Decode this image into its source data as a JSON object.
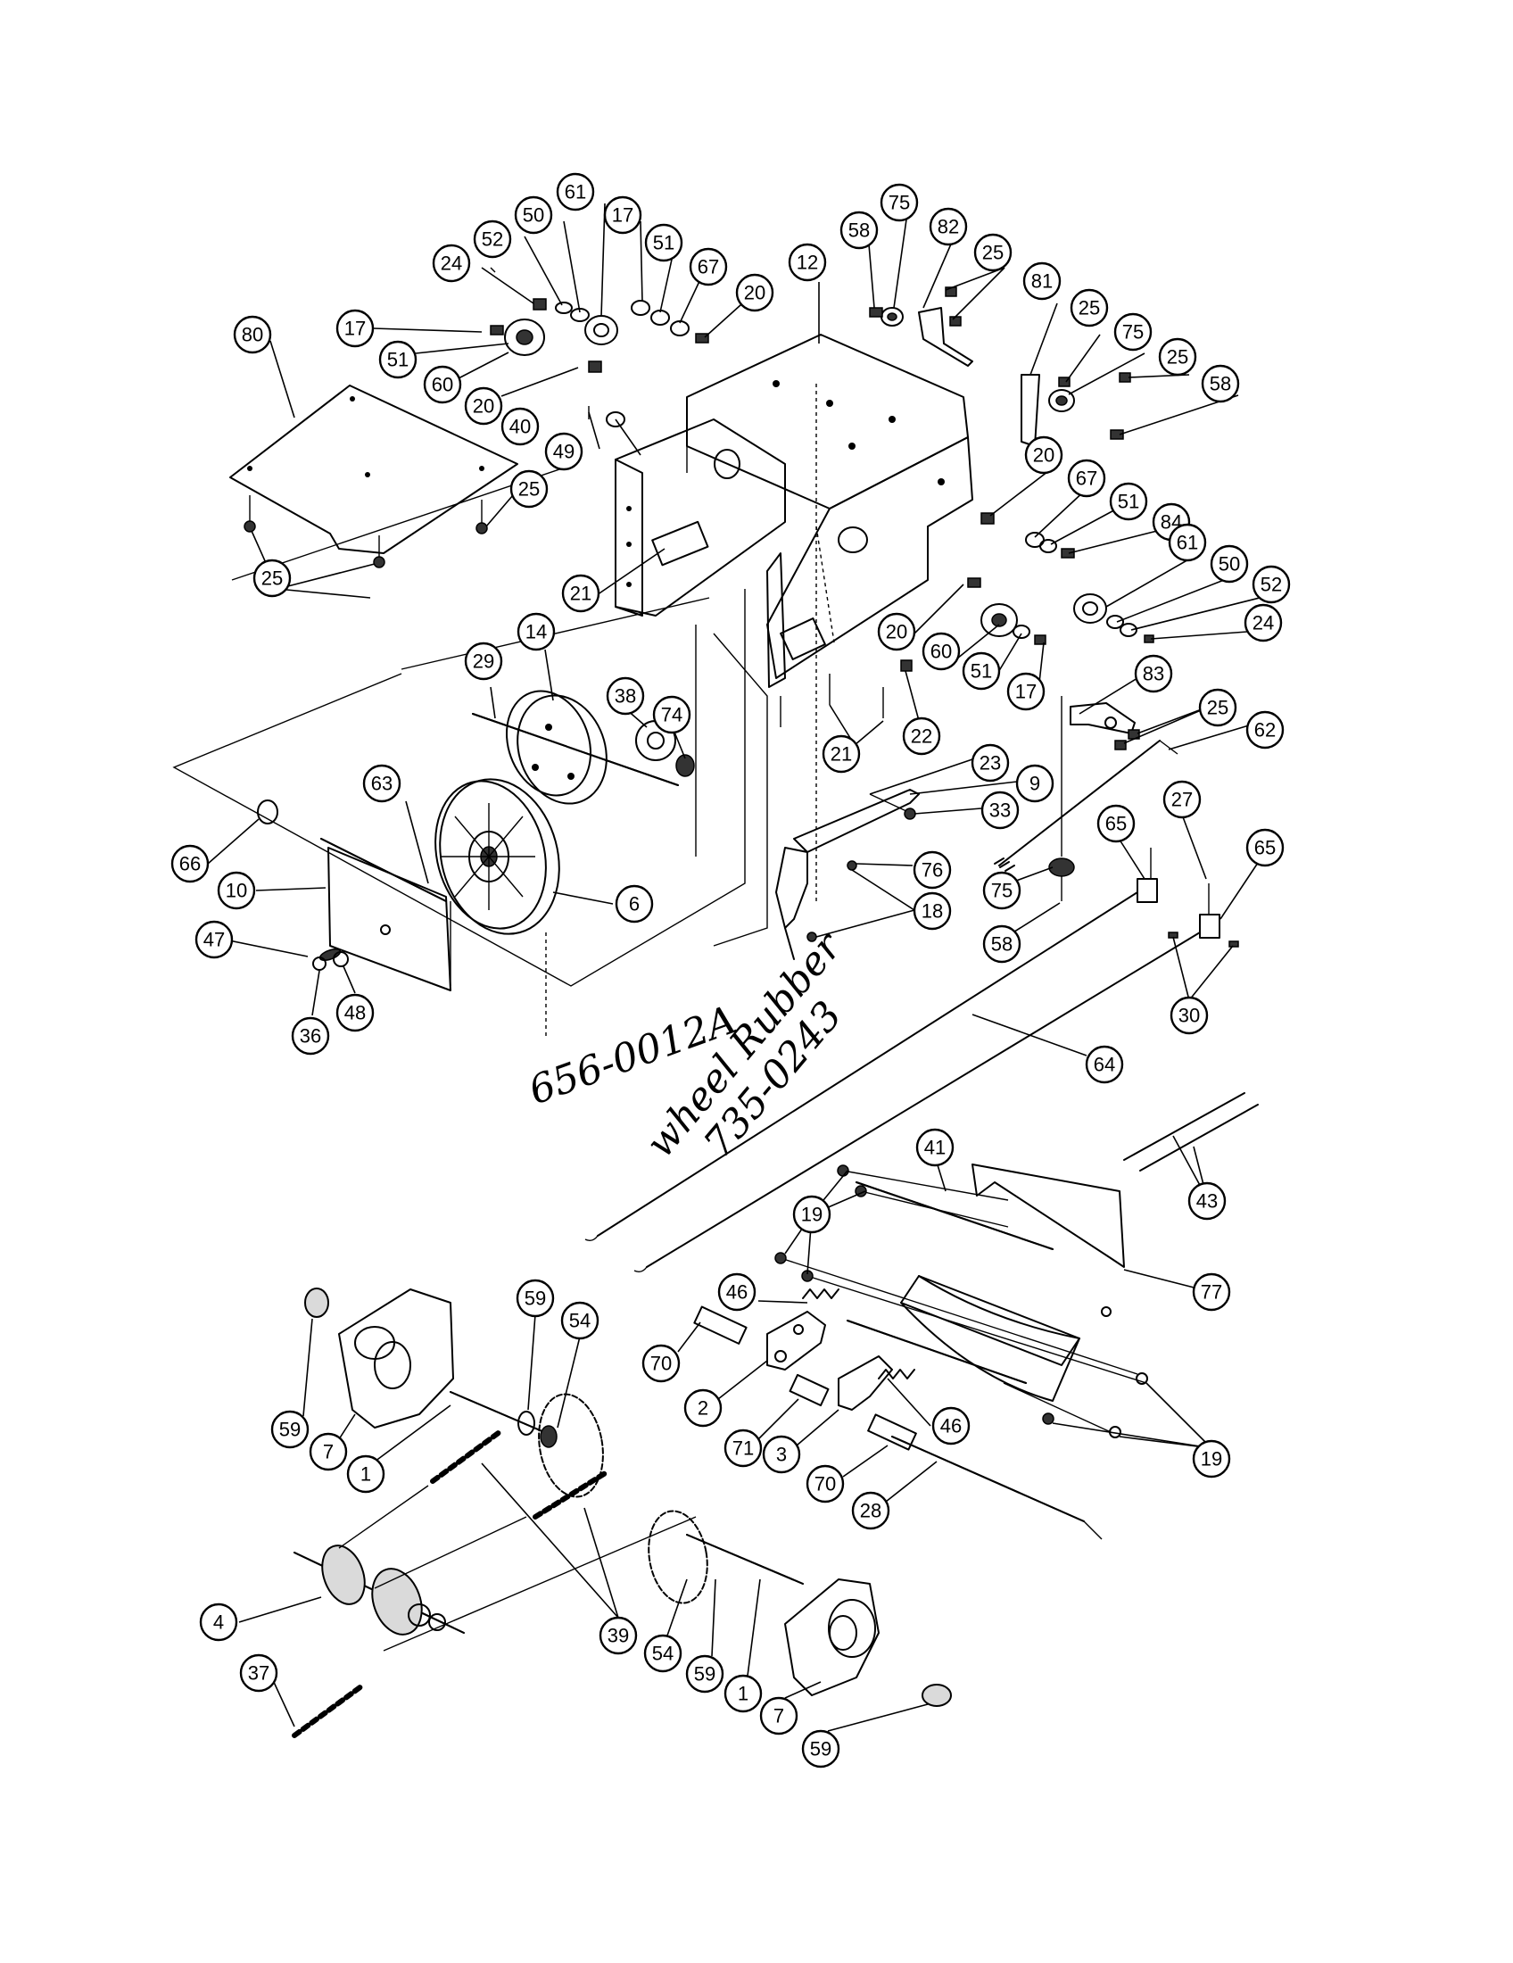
{
  "callouts": [
    {
      "id": "80",
      "label": "80"
    },
    {
      "id": "17a",
      "label": "17"
    },
    {
      "id": "51a",
      "label": "51"
    },
    {
      "id": "60a",
      "label": "60"
    },
    {
      "id": "20a",
      "label": "20"
    },
    {
      "id": "24a",
      "label": "24"
    },
    {
      "id": "52a",
      "label": "52"
    },
    {
      "id": "50a",
      "label": "50"
    },
    {
      "id": "61a",
      "label": "61"
    },
    {
      "id": "17b",
      "label": "17"
    },
    {
      "id": "51b",
      "label": "51"
    },
    {
      "id": "67a",
      "label": "67"
    },
    {
      "id": "20b",
      "label": "20"
    },
    {
      "id": "12",
      "label": "12"
    },
    {
      "id": "58a",
      "label": "58"
    },
    {
      "id": "75a",
      "label": "75"
    },
    {
      "id": "82",
      "label": "82"
    },
    {
      "id": "25a",
      "label": "25"
    },
    {
      "id": "81",
      "label": "81"
    },
    {
      "id": "25b",
      "label": "25"
    },
    {
      "id": "75b",
      "label": "75"
    },
    {
      "id": "25c",
      "label": "25"
    },
    {
      "id": "58b",
      "label": "58"
    },
    {
      "id": "40",
      "label": "40"
    },
    {
      "id": "49",
      "label": "49"
    },
    {
      "id": "25d",
      "label": "25"
    },
    {
      "id": "25e",
      "label": "25"
    },
    {
      "id": "21a",
      "label": "21"
    },
    {
      "id": "20c",
      "label": "20"
    },
    {
      "id": "67b",
      "label": "67"
    },
    {
      "id": "51c",
      "label": "51"
    },
    {
      "id": "84",
      "label": "84"
    },
    {
      "id": "61b",
      "label": "61"
    },
    {
      "id": "50b",
      "label": "50"
    },
    {
      "id": "52b",
      "label": "52"
    },
    {
      "id": "24b",
      "label": "24"
    },
    {
      "id": "20d",
      "label": "20"
    },
    {
      "id": "60b",
      "label": "60"
    },
    {
      "id": "51d",
      "label": "51"
    },
    {
      "id": "17c",
      "label": "17"
    },
    {
      "id": "29",
      "label": "29"
    },
    {
      "id": "14",
      "label": "14"
    },
    {
      "id": "38",
      "label": "38"
    },
    {
      "id": "74",
      "label": "74"
    },
    {
      "id": "21b",
      "label": "21"
    },
    {
      "id": "22",
      "label": "22"
    },
    {
      "id": "83",
      "label": "83"
    },
    {
      "id": "25f",
      "label": "25"
    },
    {
      "id": "62",
      "label": "62"
    },
    {
      "id": "63",
      "label": "63"
    },
    {
      "id": "66",
      "label": "66"
    },
    {
      "id": "10",
      "label": "10"
    },
    {
      "id": "6",
      "label": "6"
    },
    {
      "id": "47",
      "label": "47"
    },
    {
      "id": "36",
      "label": "36"
    },
    {
      "id": "48",
      "label": "48"
    },
    {
      "id": "23",
      "label": "23"
    },
    {
      "id": "9",
      "label": "9"
    },
    {
      "id": "33",
      "label": "33"
    },
    {
      "id": "76",
      "label": "76"
    },
    {
      "id": "18",
      "label": "18"
    },
    {
      "id": "75c",
      "label": "75"
    },
    {
      "id": "58c",
      "label": "58"
    },
    {
      "id": "65a",
      "label": "65"
    },
    {
      "id": "27",
      "label": "27"
    },
    {
      "id": "65b",
      "label": "65"
    },
    {
      "id": "30",
      "label": "30"
    },
    {
      "id": "64",
      "label": "64"
    },
    {
      "id": "41",
      "label": "41"
    },
    {
      "id": "43",
      "label": "43"
    },
    {
      "id": "19a",
      "label": "19"
    },
    {
      "id": "77",
      "label": "77"
    },
    {
      "id": "46a",
      "label": "46"
    },
    {
      "id": "70a",
      "label": "70"
    },
    {
      "id": "2",
      "label": "2"
    },
    {
      "id": "71",
      "label": "71"
    },
    {
      "id": "3",
      "label": "3"
    },
    {
      "id": "46b",
      "label": "46"
    },
    {
      "id": "70b",
      "label": "70"
    },
    {
      "id": "28",
      "label": "28"
    },
    {
      "id": "19b",
      "label": "19"
    },
    {
      "id": "59a",
      "label": "59"
    },
    {
      "id": "54a",
      "label": "54"
    },
    {
      "id": "59b",
      "label": "59"
    },
    {
      "id": "7a",
      "label": "7"
    },
    {
      "id": "1a",
      "label": "1"
    },
    {
      "id": "39",
      "label": "39"
    },
    {
      "id": "4",
      "label": "4"
    },
    {
      "id": "37",
      "label": "37"
    },
    {
      "id": "54b",
      "label": "54"
    },
    {
      "id": "59c",
      "label": "59"
    },
    {
      "id": "1b",
      "label": "1"
    },
    {
      "id": "7b",
      "label": "7"
    },
    {
      "id": "59d",
      "label": "59"
    }
  ],
  "handwritten_notes": {
    "part_number": "656-0012A",
    "wheel_rubber_label": "wheel Rubber",
    "wheel_rubber_number": "735-0243"
  }
}
